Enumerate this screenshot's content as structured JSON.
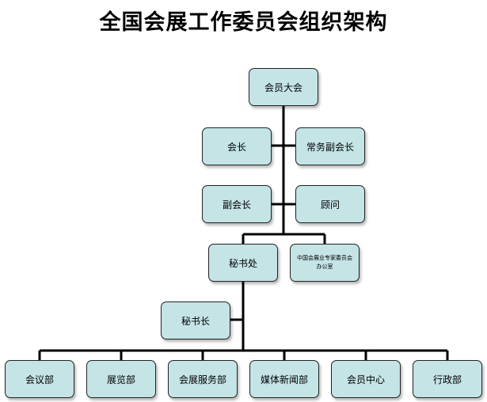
{
  "title": "全国会展工作委员会组织架构",
  "nodes": {
    "general_assembly": "会员大会",
    "president": "会长",
    "executive_vp": "常务副会长",
    "vice_president": "副会长",
    "advisor": "顾问",
    "secretariat": "秘书处",
    "expert_committee_office": "中国会展业专家委员会办公室",
    "secretary_general": "秘书长",
    "departments": [
      "会议部",
      "展览部",
      "会展服务部",
      "媒体新闻部",
      "会员中心",
      "行政部"
    ]
  }
}
